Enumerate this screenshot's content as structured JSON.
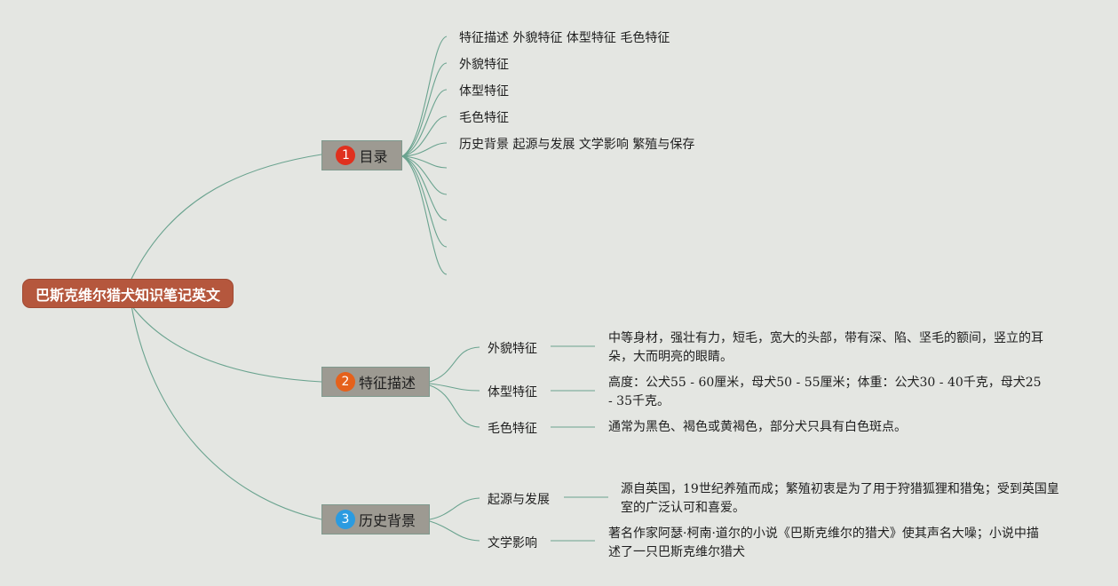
{
  "root": {
    "label": "巴斯克维尔猎犬知识笔记英文"
  },
  "branches": [
    {
      "number": "1",
      "label": "目录",
      "color": "#e0301e",
      "items": [
        "特征描述 外貌特征 体型特征 毛色特征",
        "外貌特征",
        "体型特征",
        "毛色特征",
        "历史背景 起源与发展 文学影响 繁殖与保存"
      ]
    },
    {
      "number": "2",
      "label": "特征描述",
      "color": "#e5611c",
      "items": [
        {
          "label": "外貌特征",
          "desc": "中等身材，强壮有力，短毛，宽大的头部，带有深、陷、坚毛的额间，竖立的耳朵，大而明亮的眼睛。"
        },
        {
          "label": "体型特征",
          "desc": "高度：公犬55 - 60厘米，母犬50 - 55厘米；体重：公犬30 - 40千克，母犬25 - 35千克。"
        },
        {
          "label": "毛色特征",
          "desc": "通常为黑色、褐色或黄褐色，部分犬只具有白色斑点。"
        }
      ]
    },
    {
      "number": "3",
      "label": "历史背景",
      "color": "#2b9be0",
      "items": [
        {
          "label": "起源与发展",
          "desc": "源自英国，19世纪养殖而成；繁殖初衷是为了用于狩猎狐狸和猎兔；受到英国皇室的广泛认可和喜爱。"
        },
        {
          "label": "文学影响",
          "desc": "著名作家阿瑟·柯南·道尔的小说《巴斯克维尔的猎犬》使其声名大噪；小说中描述了一只巴斯克维尔猎犬"
        }
      ]
    }
  ],
  "colors": {
    "connector": "#6aa38f",
    "root": "#b5573d",
    "branch": "#9d9a92",
    "background": "#e4e6e2"
  }
}
